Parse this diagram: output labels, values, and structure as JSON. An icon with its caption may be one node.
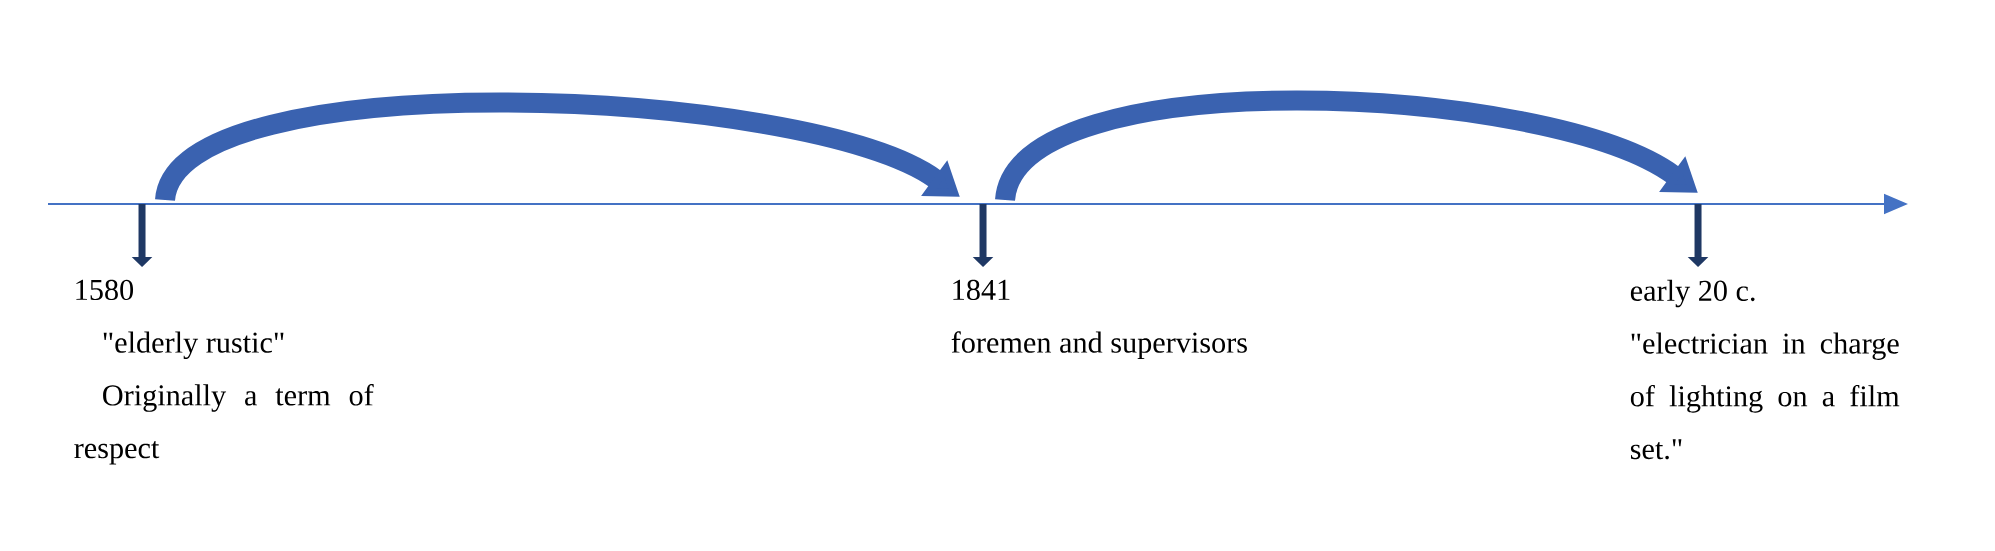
{
  "diagram": {
    "nodes": [
      {
        "text": [
          "1580",
          "\"elderly rustic\"",
          "Originally a term of respect"
        ]
      },
      {
        "text": [
          "1841",
          "foremen and supervisors"
        ]
      },
      {
        "text": [
          "early 20 c.",
          "\"electrician in charge of lighting on a film set.\""
        ]
      }
    ],
    "edges": [
      {
        "from": 0,
        "to": 1,
        "arrow": "to",
        "style": "thick"
      },
      {
        "from": 1,
        "to": 2,
        "arrow": "to",
        "style": "thick"
      },
      {
        "from": null,
        "to": 0,
        "arrow": "to"
      },
      {
        "from": null,
        "to": 1,
        "arrow": "to"
      },
      {
        "from": null,
        "to": 2,
        "arrow": "to"
      }
    ]
  }
}
